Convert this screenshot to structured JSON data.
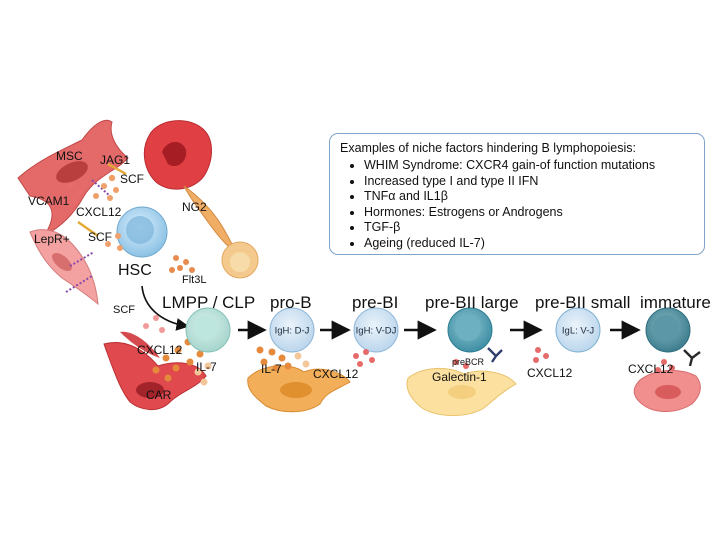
{
  "info_box": {
    "title": "Examples of niche factors hindering B lymphopoiesis:",
    "items": [
      "WHIM Syndrome: CXCR4 gain-of function mutations",
      "Increased type I and type II IFN",
      "TNFα and IL1β",
      "Hormones: Estrogens or Androgens",
      "TGF-β",
      "Ageing (reduced IL-7)"
    ]
  },
  "niche_labels": {
    "msc": "MSC",
    "jag1": "JAG1",
    "scf_top": "SCF",
    "vcam1": "VCAM1",
    "cxcl12_top": "CXCL12",
    "ng2": "NG2",
    "lepr": "LepR+",
    "scf_mid": "SCF",
    "hsc": "HSC",
    "flt3l": "Flt3L",
    "scf_low": "SCF",
    "cxcl12_car": "CXCL12",
    "il7_a": "IL-7",
    "car": "CAR",
    "il7_b": "IL-7",
    "cxcl12_prob": "CXCL12",
    "prebcr": "preBCR",
    "galectin": "Galectin-1",
    "cxcl12_small": "CXCL12",
    "cxcl12_imm": "CXCL12"
  },
  "stages": {
    "lmpp": "LMPP / CLP",
    "prob": "pro-B",
    "prebi": "pre-BI",
    "prebii_large": "pre-BII large",
    "prebii_small": "pre-BII small",
    "immature": "immature"
  },
  "cell_texts": {
    "prob": "IgH: D-J",
    "prebi": "IgH: V-DJ",
    "prebii_small": "IgL: V-J"
  },
  "colors": {
    "stromal_red": "#e05d5d",
    "stromal_pink": "#f19a9a",
    "hsc_blue": "#a9d3ec",
    "lmpp_teal": "#bfe3de",
    "prob_blue": "#cfe3f3",
    "prebii_teal": "#4f9fb4",
    "immature_teal": "#4d8fa0",
    "ng2_orange": "#eda55c",
    "cytokine_orange": "#e58a3c",
    "chemokine_red": "#e66a6a",
    "box_border": "#7fa3c9"
  }
}
